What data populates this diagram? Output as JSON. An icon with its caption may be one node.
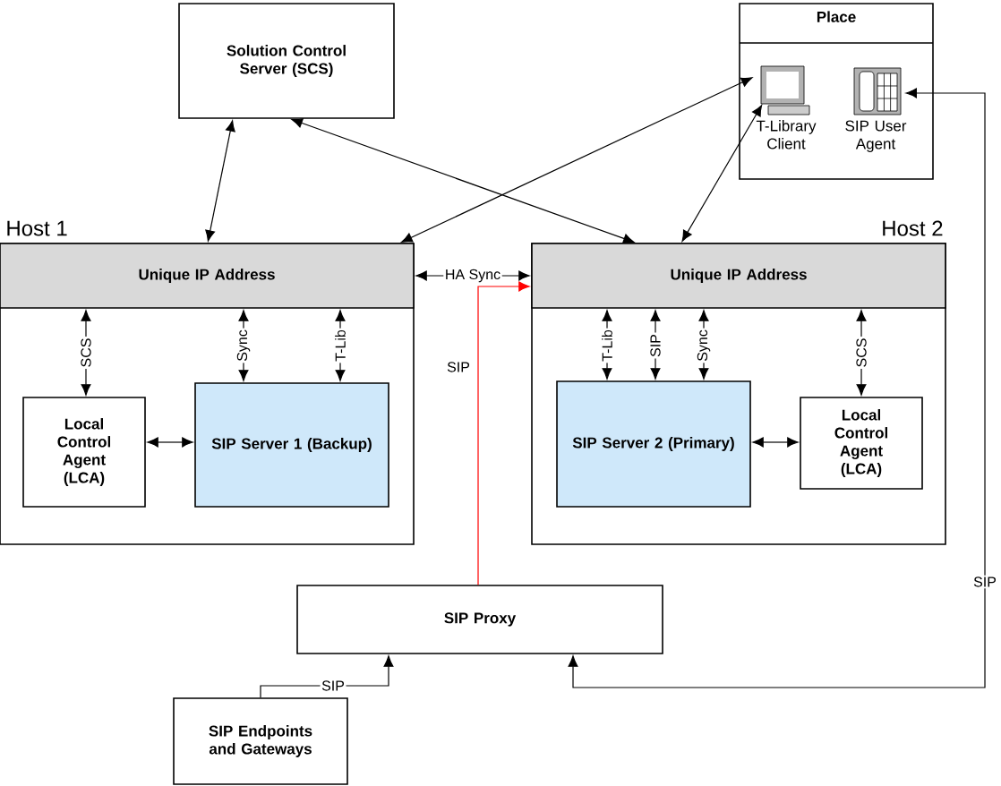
{
  "diagram": {
    "nodes": [
      {
        "text": [
          "Solution Control Server (SCS)"
        ]
      },
      {
        "text": [
          "Place"
        ]
      },
      {
        "text": [
          "T-Library Client"
        ],
        "in": 1
      },
      {
        "text": [
          "SIP User Agent"
        ],
        "in": 1
      },
      {
        "text": [
          "Host 1"
        ]
      },
      {
        "text": [
          "Unique IP Address"
        ],
        "in": 4
      },
      {
        "text": [
          "Local Control Agent (LCA)"
        ],
        "in": 4
      },
      {
        "text": [
          "SIP Server 1 (Backup)"
        ],
        "in": 4
      },
      {
        "text": [
          "Host 2"
        ]
      },
      {
        "text": [
          "Unique IP Address"
        ],
        "in": 8
      },
      {
        "text": [
          "SIP Server 2 (Primary)"
        ],
        "in": 8
      },
      {
        "text": [
          "Local Control Agent (LCA)"
        ],
        "in": 8
      },
      {
        "text": [
          "SIP Proxy"
        ]
      },
      {
        "text": [
          "SIP Endpoints and Gateways"
        ]
      }
    ],
    "edges": [
      {
        "from": 0,
        "to": 5,
        "arrow": "both"
      },
      {
        "from": 0,
        "to": 9,
        "arrow": "both"
      },
      {
        "from": 2,
        "to": 5,
        "arrow": "both"
      },
      {
        "from": 2,
        "to": 9,
        "arrow": "both"
      },
      {
        "from": 5,
        "to": 9,
        "arrow": "both",
        "label": "HA Sync"
      },
      {
        "from": 12,
        "to": 9,
        "arrow": "to",
        "label": "SIP",
        "color": "#ff0000"
      },
      {
        "from": 5,
        "to": 6,
        "arrow": "both",
        "label": "SCS"
      },
      {
        "from": 5,
        "to": 7,
        "arrow": "both",
        "label": "Sync"
      },
      {
        "from": 5,
        "to": 7,
        "arrow": "both",
        "label": "T-Lib"
      },
      {
        "from": 6,
        "to": 7,
        "arrow": "both"
      },
      {
        "from": 9,
        "to": 10,
        "arrow": "both",
        "label": "T-Lib"
      },
      {
        "from": 9,
        "to": 10,
        "arrow": "both",
        "label": "SIP"
      },
      {
        "from": 9,
        "to": 10,
        "arrow": "both",
        "label": "Sync"
      },
      {
        "from": 9,
        "to": 11,
        "arrow": "both",
        "label": "SCS"
      },
      {
        "from": 10,
        "to": 11,
        "arrow": "both"
      },
      {
        "from": 3,
        "to": 12,
        "arrow": "both",
        "label": "SIP"
      },
      {
        "from": 13,
        "to": 12,
        "arrow": "to",
        "label": "SIP"
      }
    ]
  }
}
